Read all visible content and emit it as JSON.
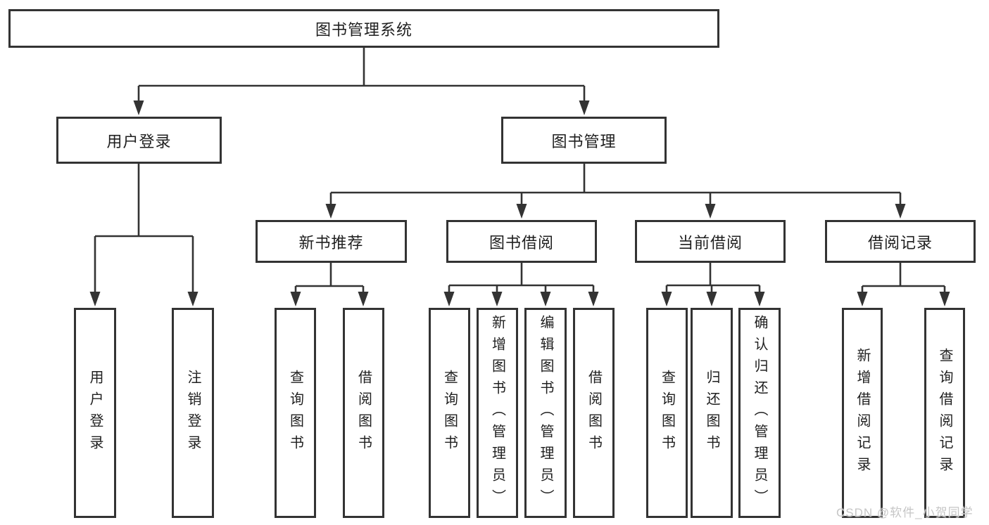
{
  "tree": {
    "root": {
      "label": "图书管理系统",
      "children": [
        {
          "label": "用户登录",
          "children": [
            {
              "label": "用户登录"
            },
            {
              "label": "注销登录"
            }
          ]
        },
        {
          "label": "图书管理",
          "children": [
            {
              "label": "新书推荐",
              "children": [
                {
                  "label": "查询图书"
                },
                {
                  "label": "借阅图书"
                }
              ]
            },
            {
              "label": "图书借阅",
              "children": [
                {
                  "label": "查询图书"
                },
                {
                  "label": "新增图书（管理员）"
                },
                {
                  "label": "编辑图书（管理员）"
                },
                {
                  "label": "借阅图书"
                }
              ]
            },
            {
              "label": "当前借阅",
              "children": [
                {
                  "label": "查询图书"
                },
                {
                  "label": "归还图书"
                },
                {
                  "label": "确认归还（管理员）"
                }
              ]
            },
            {
              "label": "借阅记录",
              "children": [
                {
                  "label": "新增借阅记录"
                },
                {
                  "label": "查询借阅记录"
                }
              ]
            }
          ]
        }
      ]
    }
  },
  "watermark": {
    "text": "CSDN @软件_小贺同学"
  },
  "colors": {
    "line": "#333333",
    "box_border": "#333333",
    "text": "#1f1f1f",
    "watermark": "#c6c6c6",
    "background": "#ffffff"
  }
}
